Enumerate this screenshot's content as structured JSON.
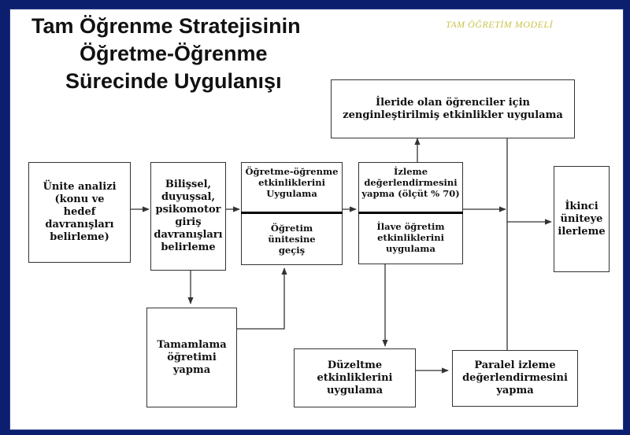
{
  "header": {
    "title_lines": [
      "Tam Öğrenme Stratejisinin",
      "Öğretme-Öğrenme",
      "Sürecinde Uygulanışı"
    ],
    "corner_label": "TAM ÖĞRETİM MODELİ"
  },
  "boxes": {
    "unite_analizi": [
      "Ünite analizi",
      "(konu ve",
      "hedef",
      "davranışları",
      "belirleme)"
    ],
    "giris_davranislari": [
      "Bilişsel,",
      "duyuşsal,",
      "psikomotor",
      "giriş",
      "davranışları",
      "belirleme"
    ],
    "ogretme_top": [
      "Öğretme-öğrenme",
      "etkinliklerini",
      "Uygulama"
    ],
    "ogretme_bottom": [
      "Öğretim",
      "ünitesine",
      "geçiş"
    ],
    "izleme_top": [
      "İzleme",
      "değerlendirmesini",
      "yapma (ölçüt % 70)"
    ],
    "izleme_bottom": [
      "İlave öğretim",
      "etkinliklerini",
      "uygulama"
    ],
    "zenginlestirme": [
      "İleride olan öğrenciler için",
      "zenginleştirilmiş etkinlikler uygulama"
    ],
    "ikinci_unite": [
      "İkinci",
      "üniteye",
      "ilerleme"
    ],
    "tamamlama": [
      "Tamamlama",
      "öğretimi",
      "yapma"
    ],
    "duzeltme": [
      "Düzeltme",
      "etkinliklerini",
      "uygulama"
    ],
    "paralel_izleme": [
      "Paralel izleme",
      "değerlendirmesini",
      "yapma"
    ]
  },
  "colors": {
    "background": "#0c1f6e",
    "corner_label": "#c9c34a",
    "line": "#333333"
  }
}
